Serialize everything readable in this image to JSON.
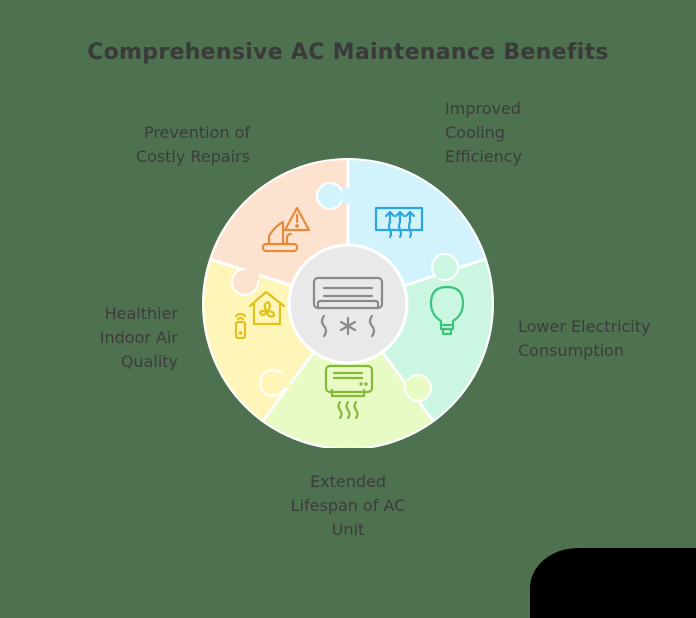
{
  "title": "Comprehensive AC Maintenance Benefits",
  "colors": {
    "background": "#4e7150",
    "orange_segment": "#fde3cf",
    "blue_segment": "#d2f3fc",
    "mint_segment": "#cbf7e2",
    "lime_segment": "#e8fbc4",
    "yellow_segment": "#fdf6b8",
    "center": "#e9e9e9",
    "orange_icon": "#e88a3a",
    "blue_icon": "#2aa6dc",
    "green_icon": "#3cc47e",
    "lime_icon": "#86b83a",
    "yellow_icon": "#e0c21a",
    "gray_icon": "#8a8a8a"
  },
  "segments": [
    {
      "id": "prevention",
      "lines": [
        "Prevention of",
        "Costly Repairs"
      ],
      "icon": "warning-repair-icon"
    },
    {
      "id": "cooling",
      "lines": [
        "Improved",
        "Cooling",
        "Efficiency"
      ],
      "icon": "airflow-vent-icon"
    },
    {
      "id": "electricity",
      "lines": [
        "Lower Electricity",
        "Consumption"
      ],
      "icon": "lightbulb-icon"
    },
    {
      "id": "lifespan",
      "lines": [
        "Extended",
        "Lifespan of AC",
        "Unit"
      ],
      "icon": "ac-unit-airflow-icon"
    },
    {
      "id": "air_quality",
      "lines": [
        "Healthier",
        "Indoor Air",
        "Quality"
      ],
      "icon": "smart-home-fan-icon"
    }
  ],
  "center": {
    "icon": "air-conditioner-snowflake-icon"
  }
}
